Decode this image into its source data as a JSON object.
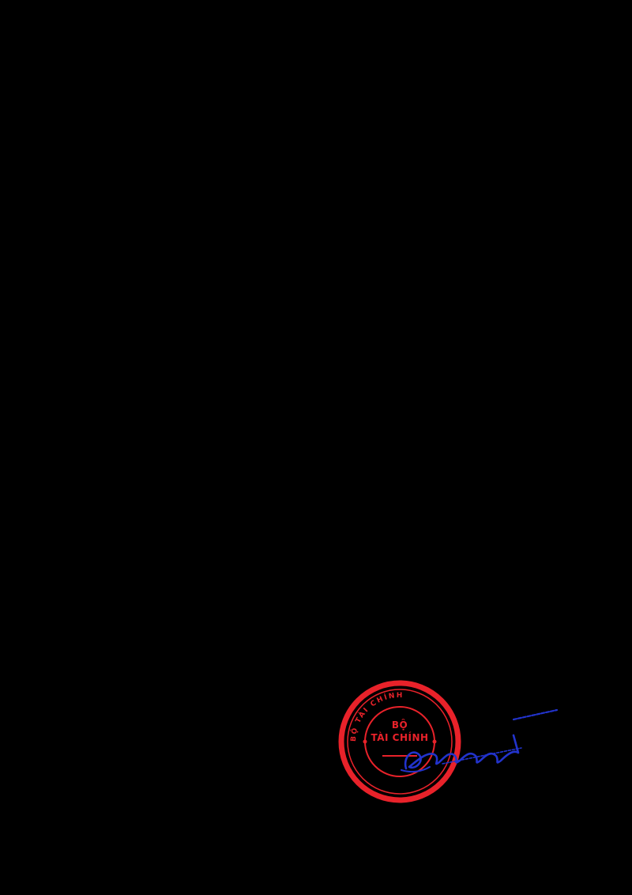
{
  "page": {
    "background_color": "#000000"
  },
  "seal": {
    "ring_text": "BỘ TÀI CHÍNH",
    "center_line_1": "BỘ",
    "center_line_2": "TÀI CHÍNH",
    "color": "#e8222a"
  },
  "signature": {
    "color": "#2233cc"
  }
}
